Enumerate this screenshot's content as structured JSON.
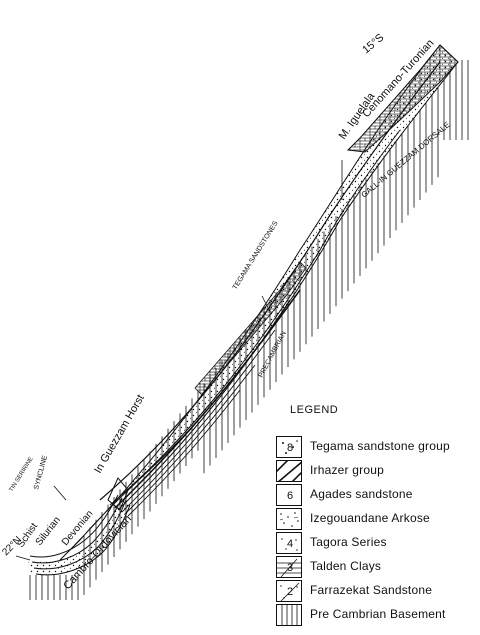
{
  "labels": {
    "lat_north": "22°N",
    "lat_south": "15°S",
    "cenomano_turonian": "Cenomano-Turonian",
    "m_iguelala": "M. Iguelala",
    "gall_in_guezzam": "GALL-IN GUEZZAM DORSALE",
    "tegama_sandstones": "TEGAMA SANDSTONES",
    "precambrian": "PRECAMBRIAN",
    "in_guezzam_horst": "In Guezzam Horst",
    "tin_serirne": "TIN SERIRINE",
    "syncline": "SYNCLINE",
    "schist": "Schist",
    "silurian": "Silurian",
    "devonian": "Devonian",
    "cambro_ordovician": "Cambro-Ordovician"
  },
  "legend": {
    "title": "LEGEND",
    "items": [
      {
        "num": "8",
        "label": "Tegama sandstone group",
        "pattern": "tegama"
      },
      {
        "num": "",
        "label": "Irhazer group",
        "pattern": "irhazer"
      },
      {
        "num": "6",
        "label": "Agades sandstone",
        "pattern": "agades"
      },
      {
        "num": "",
        "label": "Izegouandane Arkose",
        "pattern": "arkose"
      },
      {
        "num": "4",
        "label": "Tagora Series",
        "pattern": "tagora"
      },
      {
        "num": "3",
        "label": "Talden Clays",
        "pattern": "talden"
      },
      {
        "num": "2",
        "label": "Farrazekat Sandstone",
        "pattern": "farrazekat"
      },
      {
        "num": "",
        "label": "Pre Cambrian Basement",
        "pattern": "basement"
      }
    ]
  },
  "colors": {
    "ink": "#111111",
    "paper": "#ffffff"
  }
}
